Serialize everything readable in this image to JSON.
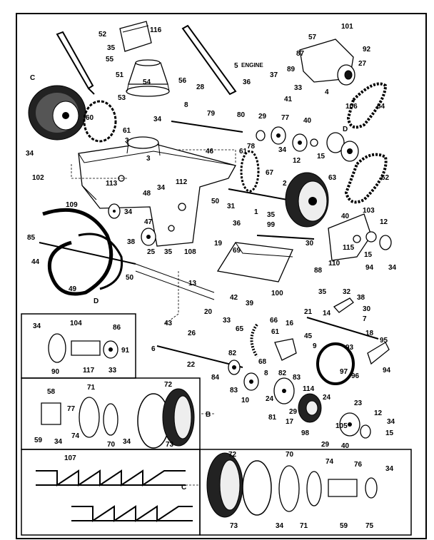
{
  "diagram": {
    "engine_text": "ENGINE",
    "labels": {
      "l52": "52",
      "l116": "116",
      "l35a": "35",
      "l55": "55",
      "l51": "51",
      "l54": "54",
      "l56": "56",
      "l53": "53",
      "l34a": "34",
      "l28": "28",
      "l36a": "36",
      "l8a": "8",
      "l5": "5",
      "l57": "57",
      "l101": "101",
      "l92": "92",
      "l87": "87",
      "l89": "89",
      "l27": "27",
      "l37": "37",
      "l33a": "33",
      "l41": "41",
      "l4": "4",
      "l106": "106",
      "l64": "64",
      "lC": "C",
      "l60": "60",
      "l61a": "61",
      "l80": "80",
      "l29a": "29",
      "l77": "77",
      "l40a": "40",
      "l79": "79",
      "l78": "78",
      "lD": "D",
      "l34b": "34",
      "l102": "102",
      "l3a": "3",
      "l3b": "3",
      "l46": "46",
      "l61b": "61",
      "l67": "67",
      "l12a": "12",
      "l15a": "15",
      "l113": "113",
      "l112": "112",
      "l34c": "34",
      "l63": "63",
      "l62": "62",
      "l2": "2",
      "l48": "48",
      "l50": "50",
      "l1": "1",
      "l109": "109",
      "l31": "31",
      "l35b": "35",
      "l99": "99",
      "l103": "103",
      "l12b": "12",
      "l34d": "34",
      "l36b": "36",
      "l40b": "40",
      "l85": "85",
      "l47": "47",
      "l19": "19",
      "l30a": "30",
      "l115": "115",
      "l38a": "38",
      "l25": "25",
      "l35c": "35",
      "l108": "108",
      "l69": "69",
      "l15b": "15",
      "l44": "44",
      "l34e": "34",
      "l49": "49",
      "l50b": "50",
      "l88": "88",
      "l110": "110",
      "l94a": "94",
      "l100": "100",
      "l13": "13",
      "l35d": "35",
      "l32": "32",
      "l38b": "38",
      "l42": "42",
      "l39": "39",
      "l14": "14",
      "l30b": "30",
      "l20": "20",
      "l33b": "33",
      "l21": "21",
      "l7": "7",
      "lD2": "D",
      "l43": "43",
      "l66": "66",
      "l16": "16",
      "l65": "65",
      "l61c": "61",
      "l45": "45",
      "l18": "18",
      "l26": "26",
      "l6": "6",
      "l9": "9",
      "l95": "95",
      "l34f": "34",
      "l104": "104",
      "l86": "86",
      "l91": "91",
      "l90": "90",
      "l117": "117",
      "l33c": "33",
      "l22": "22",
      "l82a": "82",
      "l68": "68",
      "l93": "93",
      "l97": "97",
      "l96": "96",
      "l94b": "94",
      "l84": "84",
      "l83a": "83",
      "l82b": "82",
      "l83b": "83",
      "l10": "10",
      "l8b": "8",
      "l114": "114",
      "l24a": "24",
      "l24b": "24",
      "l81": "81",
      "l29b": "29",
      "l17": "17",
      "l23": "23",
      "l98": "98",
      "l105": "105",
      "l12c": "12",
      "l34g": "34",
      "l29c": "29",
      "l40c": "40",
      "l15c": "15",
      "l58": "58",
      "l71a": "71",
      "l72a": "72",
      "l77b": "77",
      "lB": "B",
      "l59a": "59",
      "l34h": "34",
      "l74a": "74",
      "l70a": "70",
      "l34i": "34",
      "l73a": "73",
      "l107": "107",
      "l72b": "72",
      "l70b": "70",
      "l74b": "74",
      "l76": "76",
      "l34j": "34",
      "lC2": "C",
      "l73b": "73",
      "l34k": "34",
      "l71b": "71",
      "l59b": "59",
      "l75": "75"
    }
  }
}
